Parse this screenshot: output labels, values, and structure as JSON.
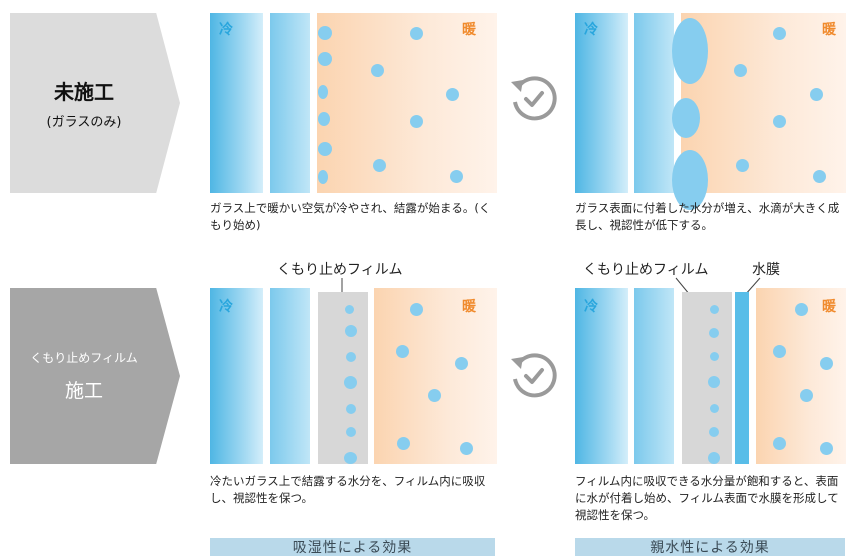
{
  "rows": [
    {
      "title": "未施工",
      "subtitle": "(ガラスのみ)",
      "left_caption": "ガラス上で暖かい空気が冷やされ、結露が始まる。(くもり始め)",
      "right_caption": "ガラス表面に付着した水分が増え、水滴が大きく成長し、視認性が低下する。"
    },
    {
      "title": "くもり止めフィルム",
      "subtitle": "施工",
      "left_caption": "冷たいガラス上で結露する水分を、フィルム内に吸収し、視認性を保つ。",
      "right_caption": "フィルム内に吸収できる水分量が飽和すると、表面に水が付着し始め、フィルム表面で水膜を形成して視認性を保つ。",
      "film_label_left": "くもり止めフィルム",
      "film_label_right": "くもり止めフィルム",
      "water_film_label": "水膜"
    }
  ],
  "labels": {
    "cold": "冷",
    "warm": "暖"
  },
  "effects": {
    "left": "吸湿性による効果",
    "right": "親水性による効果"
  },
  "icons": {
    "timer": "clock-rotate-icon"
  },
  "colors": {
    "cold": "#29a6dd",
    "warm": "#f08a2c",
    "droplet": "#86cdef",
    "band": "#b9d9ea"
  }
}
